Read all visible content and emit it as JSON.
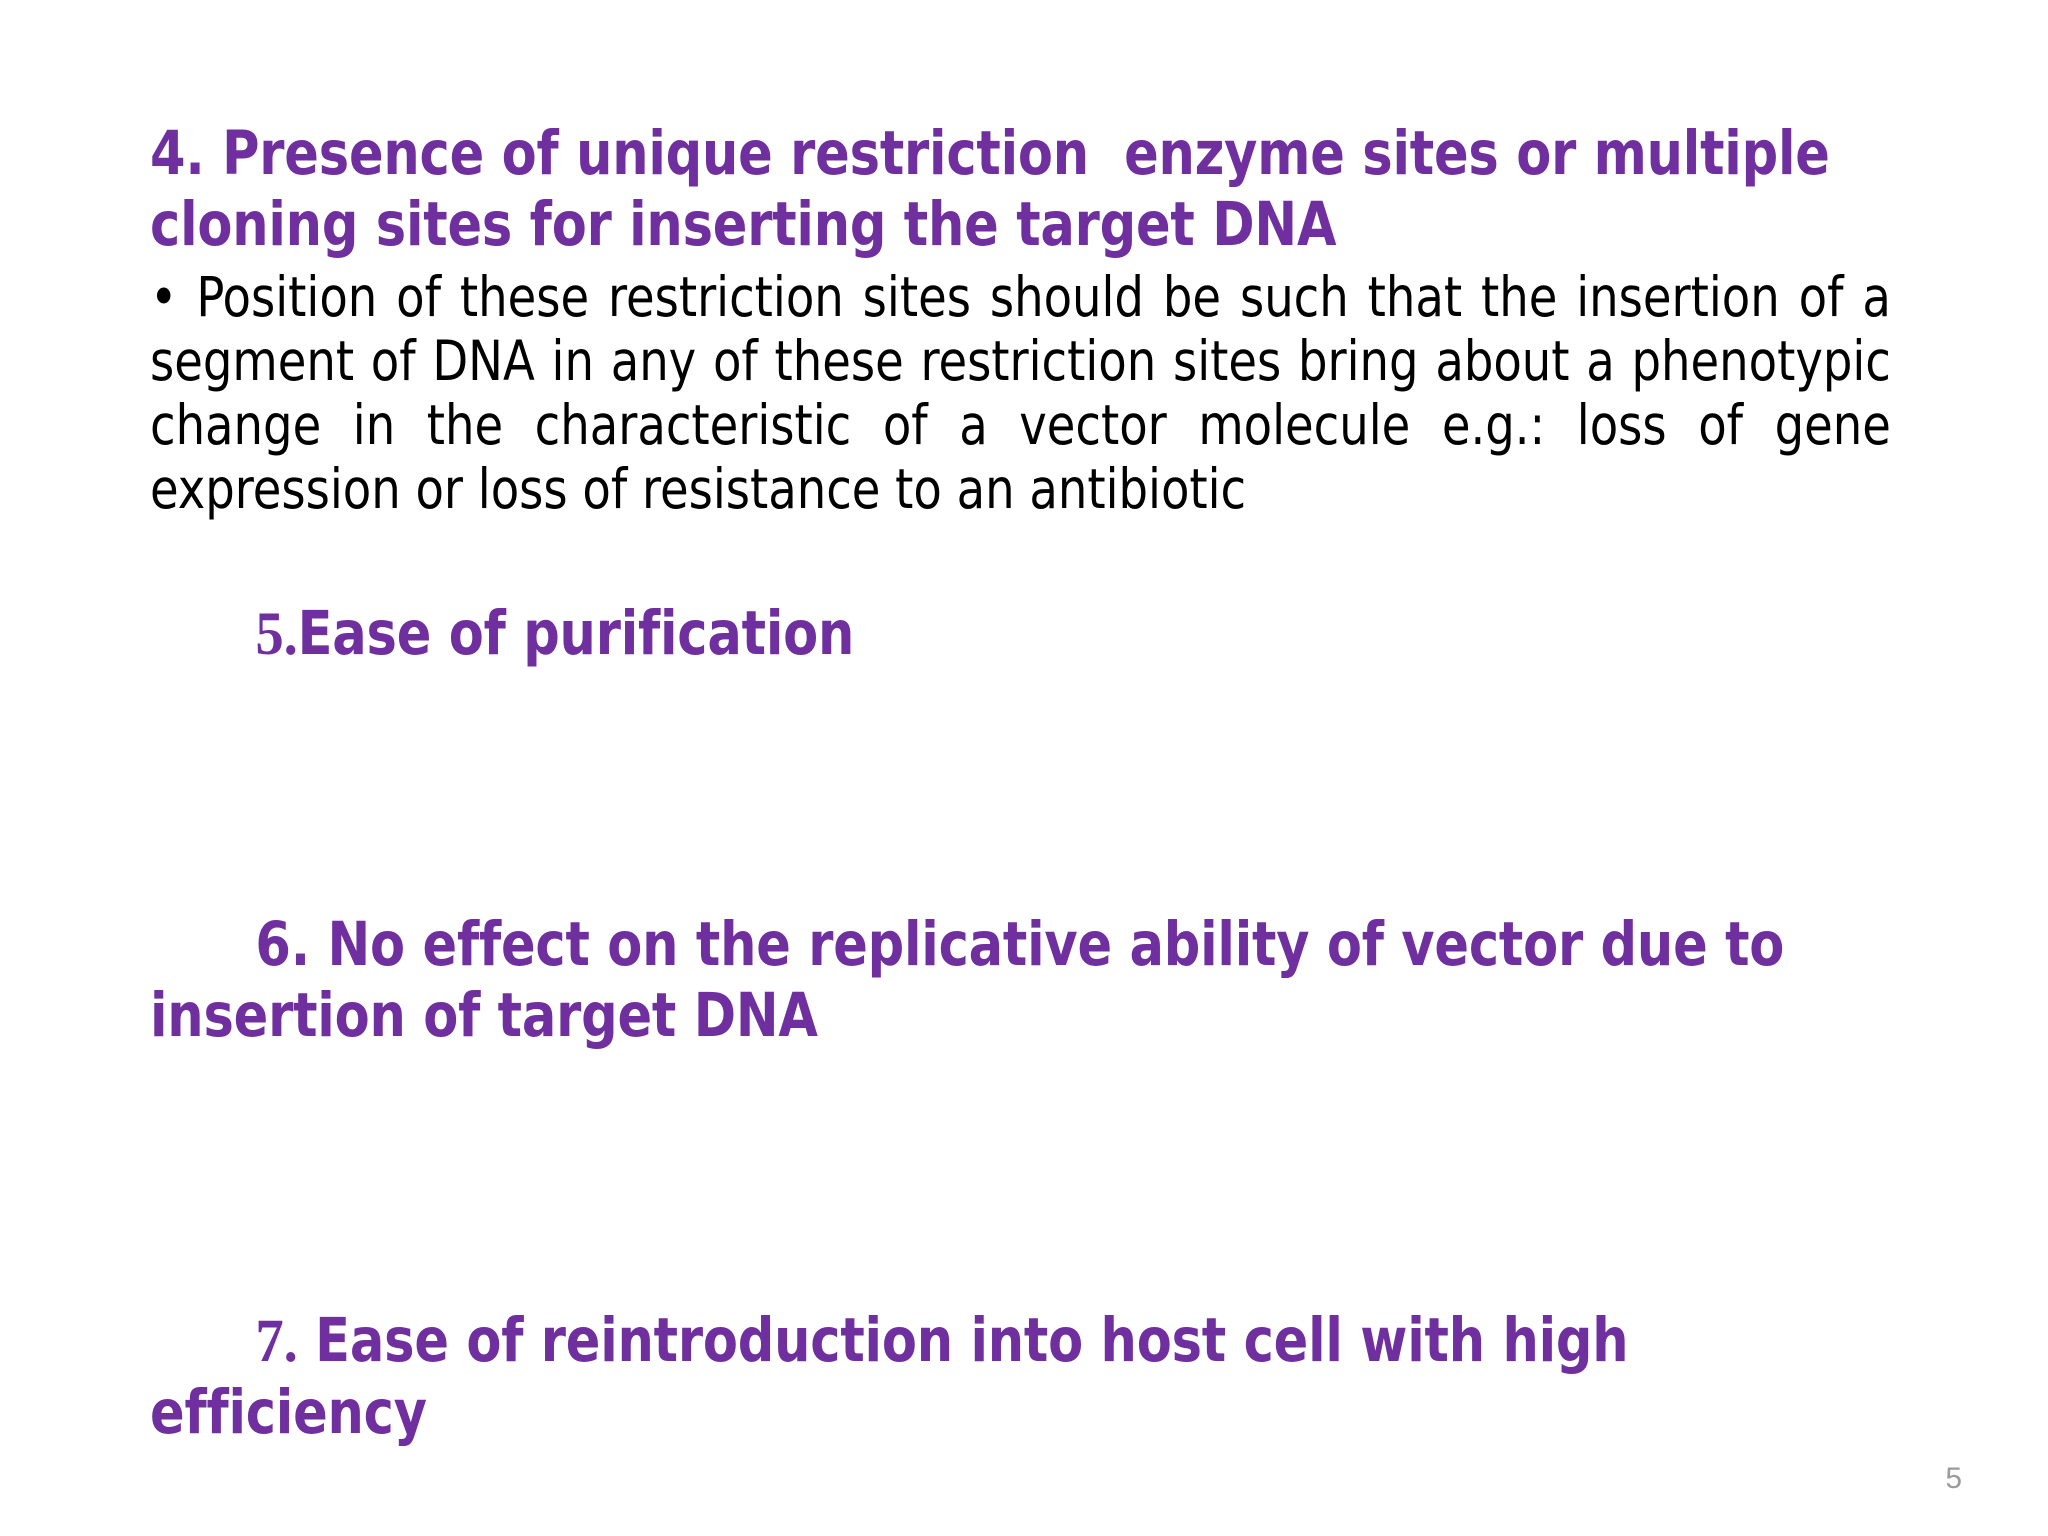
{
  "slide": {
    "background_color": "#ffffff",
    "heading_color": "#6f2f9f",
    "body_color": "#000000",
    "page_number": "5"
  },
  "blocks": {
    "item4": {
      "number": "4.",
      "heading": "4. Presence of unique restriction  enzyme sites or multiple cloning sites for inserting the target DNA",
      "bullet": "• Position of these restriction sites should be such that the insertion of a segment of DNA  in any of these restriction sites bring about a phenotypic change in the characteristic of a vector molecule e.g.: loss of gene expression or loss of resistance to an antibiotic"
    },
    "item5": {
      "number": "5.",
      "rest": "Ease of purification",
      "heading": "5.Ease of purification"
    },
    "item6": {
      "number": "6.",
      "rest": " No effect on the replicative ability of vector due to insertion of target DNA",
      "heading": "6. No effect on the replicative ability of vector due to insertion of target DNA"
    },
    "item7": {
      "number": "7.",
      "rest": " Ease of reintroduction into host cell with high efficiency",
      "heading": "7. Ease of reintroduction into host cell with high efficiency"
    }
  }
}
